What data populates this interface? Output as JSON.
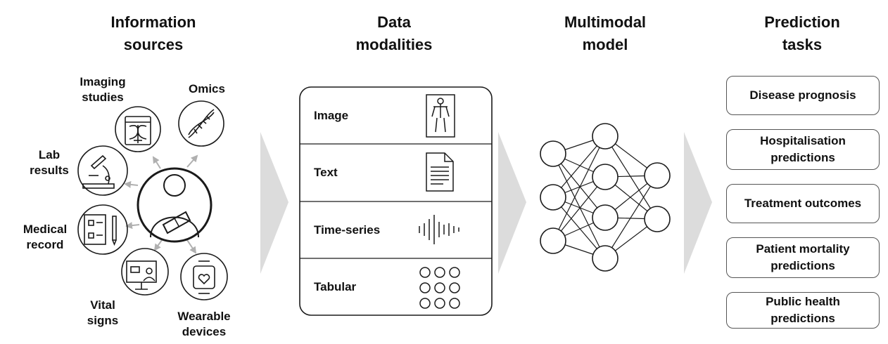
{
  "headers": {
    "sources": [
      "Information",
      "sources"
    ],
    "modalities": [
      "Data",
      "modalities"
    ],
    "model": [
      "Multimodal",
      "model"
    ],
    "tasks": [
      "Prediction",
      "tasks"
    ]
  },
  "sources": {
    "imaging": [
      "Imaging",
      "studies"
    ],
    "omics": [
      "Omics"
    ],
    "lab": [
      "Lab",
      "results"
    ],
    "medical": [
      "Medical",
      "record"
    ],
    "vital": [
      "Vital",
      "signs"
    ],
    "wearable": [
      "Wearable",
      "devices"
    ]
  },
  "modalities": [
    "Image",
    "Text",
    "Time-series",
    "Tabular"
  ],
  "tasks": [
    [
      "Disease prognosis"
    ],
    [
      "Hospitalisation",
      "predictions"
    ],
    [
      "Treatment outcomes"
    ],
    [
      "Patient mortality",
      "predictions"
    ],
    [
      "Public health",
      "predictions"
    ]
  ],
  "network": {
    "layers": [
      3,
      4,
      2
    ]
  },
  "colors": {
    "stroke": "#1a1a1a",
    "arrow": "#dcdcdc",
    "connector": "#b0b0b0"
  }
}
